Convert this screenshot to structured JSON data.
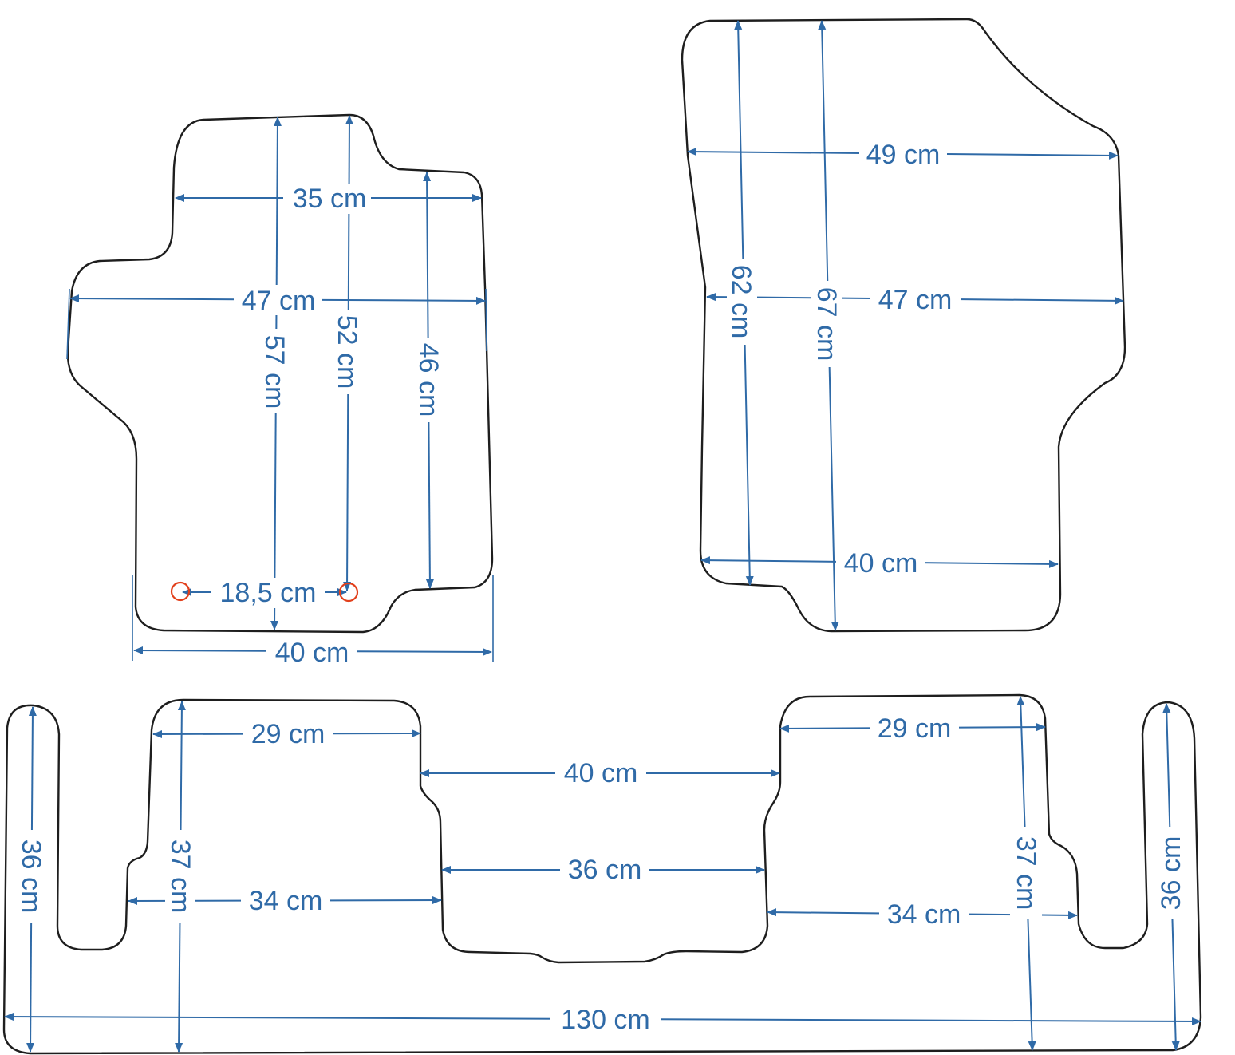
{
  "diagram": {
    "colors": {
      "outline": "#1e1e1e",
      "dimension": "#2f6aa7",
      "mounting_hole": "#e2401c",
      "background": "#ffffff"
    },
    "front_left_mat": {
      "widths": [
        "35 cm",
        "47 cm",
        "40 cm"
      ],
      "heights": [
        "57 cm",
        "52 cm",
        "46 cm"
      ],
      "hole_spacing": "18,5 cm"
    },
    "front_right_mat": {
      "widths": [
        "49 cm",
        "47 cm",
        "40 cm"
      ],
      "heights": [
        "62 cm",
        "67 cm"
      ]
    },
    "rear_mat": {
      "widths": [
        "29 cm",
        "40 cm",
        "29 cm",
        "36 cm",
        "34 cm",
        "34 cm",
        "130 cm"
      ],
      "heights": [
        "36 cm",
        "37 cm",
        "37 cm",
        "36 cm"
      ]
    }
  }
}
